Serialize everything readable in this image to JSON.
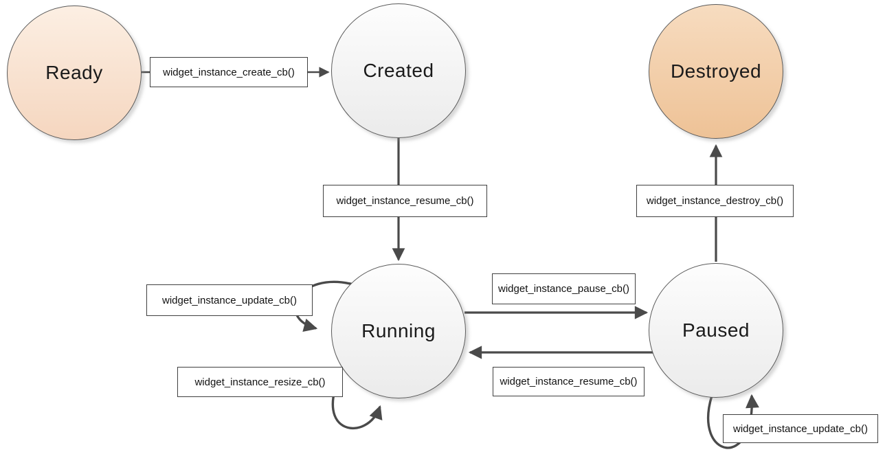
{
  "diagram": {
    "type": "state-machine",
    "states": {
      "ready": {
        "label": "Ready"
      },
      "created": {
        "label": "Created"
      },
      "destroyed": {
        "label": "Destroyed"
      },
      "running": {
        "label": "Running"
      },
      "paused": {
        "label": "Paused"
      }
    },
    "transitions": {
      "create": {
        "label": "widget_instance_create_cb()",
        "from": "Ready",
        "to": "Created"
      },
      "resume_top": {
        "label": "widget_instance_resume_cb()",
        "from": "Created",
        "to": "Running"
      },
      "destroy": {
        "label": "widget_instance_destroy_cb()",
        "from": "Paused",
        "to": "Destroyed"
      },
      "update_running": {
        "label": "widget_instance_update_cb()",
        "from": "Running",
        "to": "Running"
      },
      "pause": {
        "label": "widget_instance_pause_cb()",
        "from": "Running",
        "to": "Paused"
      },
      "resize": {
        "label": "widget_instance_resize_cb()",
        "from": "Running",
        "to": "Running"
      },
      "resume_bottom": {
        "label": "widget_instance_resume_cb()",
        "from": "Paused",
        "to": "Running"
      },
      "update_paused": {
        "label": "widget_instance_update_cb()",
        "from": "Paused",
        "to": "Paused"
      }
    },
    "colors": {
      "state_neutral_top": "#fdfdfd",
      "state_neutral_bottom": "#ebebeb",
      "state_start_top": "#fcefe3",
      "state_start_bottom": "#f5d6bf",
      "state_end_top": "#f7dcc0",
      "state_end_bottom": "#eec296",
      "stroke": "#595959",
      "arrow": "#4a4a4a",
      "box_border": "#3f3f3f"
    }
  }
}
